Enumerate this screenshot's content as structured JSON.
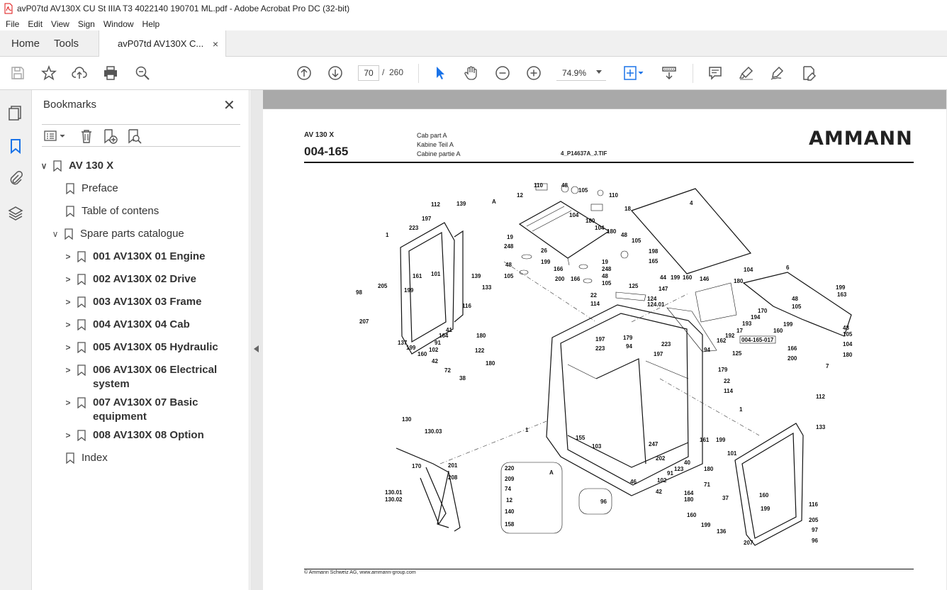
{
  "window": {
    "title": "avP07td AV130X CU St IIIA T3 4022140 190701 ML.pdf - Adobe Acrobat Pro DC (32-bit)"
  },
  "menu": [
    "File",
    "Edit",
    "View",
    "Sign",
    "Window",
    "Help"
  ],
  "tabs": {
    "home": "Home",
    "tools": "Tools",
    "document": "avP07td AV130X C...",
    "close": "×"
  },
  "toolbar": {
    "current_page": "70",
    "page_separator": "/",
    "total_pages": "260",
    "zoom": "74.9%",
    "icons": [
      "save-icon",
      "bookmark-star-icon",
      "upload-icon",
      "print-icon",
      "zoom-search-icon",
      "prev-page-icon",
      "next-page-icon",
      "select-arrow-icon",
      "hand-icon",
      "zoom-out-icon",
      "zoom-in-icon",
      "fit-page-icon",
      "scroll-mode-icon",
      "comment-icon",
      "highlight-icon",
      "sign-icon",
      "edit-pdf-icon"
    ]
  },
  "sidebar": {
    "title": "Bookmarks",
    "close": "✕",
    "items": [
      {
        "label": "AV 130 X",
        "bold": true,
        "expanded": true,
        "level": 0
      },
      {
        "label": "Preface",
        "bold": false,
        "level": 1
      },
      {
        "label": "Table of contens",
        "bold": false,
        "level": 1
      },
      {
        "label": "Spare parts catalogue",
        "bold": false,
        "expanded": true,
        "level": 1
      },
      {
        "label": "001 AV130X 01 Engine",
        "bold": true,
        "level": 2
      },
      {
        "label": "002 AV130X 02 Drive",
        "bold": true,
        "level": 2
      },
      {
        "label": "003 AV130X 03 Frame",
        "bold": true,
        "level": 2
      },
      {
        "label": "004 AV130X 04 Cab",
        "bold": true,
        "level": 2
      },
      {
        "label": "005 AV130X 05 Hydraulic",
        "bold": true,
        "level": 2
      },
      {
        "label": "006 AV130X 06 Electrical system",
        "bold": true,
        "level": 2
      },
      {
        "label": "007 AV130X 07 Basic equipment",
        "bold": true,
        "level": 2
      },
      {
        "label": "008 AV130X 08 Option",
        "bold": true,
        "level": 2
      },
      {
        "label": "Index",
        "bold": false,
        "level": 1
      }
    ]
  },
  "document": {
    "model": "AV 130 X",
    "code": "004-165",
    "desc_en": "Cab part A",
    "desc_de": "Kabine Teil A",
    "desc_fr": "Cabine partie A",
    "file": "4_P14637A_J.TIF",
    "brand": "AMMANN",
    "footer": "© Ammann Schweiz AG, www.ammann-group.com",
    "ref_label": "004-165-017",
    "detail_label": "A",
    "callouts": {
      "c_A": "A",
      "c_12": "12",
      "c_110a": "110",
      "c_48a": "48",
      "c_105a": "105",
      "c_110b": "110",
      "c_18": "18",
      "c_4": "4",
      "c_19a": "19",
      "c_248a": "248",
      "c_48b": "48",
      "c_105b": "105",
      "c_26": "26",
      "c_199a": "199",
      "c_166a": "166",
      "c_200a": "200",
      "c_166b": "166",
      "c_19b": "19",
      "c_248b": "248",
      "c_48c": "48",
      "c_105c": "105",
      "c_104a": "104",
      "c_180a": "180",
      "c_104b": "104",
      "c_180b": "180",
      "c_48d": "48",
      "c_105d": "105",
      "c_198": "198",
      "c_165": "165",
      "c_112a": "112",
      "c_139a": "139",
      "c_197a": "197",
      "c_223a": "223",
      "c_1a": "1",
      "c_161a": "161",
      "c_101a": "101",
      "c_199b": "199",
      "c_139b": "139",
      "c_133a": "133",
      "c_98": "98",
      "c_205a": "205",
      "c_116a": "116",
      "c_207a": "207",
      "c_137": "137",
      "c_199c": "199",
      "c_160a": "160",
      "c_41": "41",
      "c_164a": "164",
      "c_91a": "91",
      "c_102a": "102",
      "c_42a": "42",
      "c_72": "72",
      "c_38": "38",
      "c_180c": "180",
      "c_122": "122",
      "c_180d": "180",
      "c_22a": "22",
      "c_114a": "114",
      "c_125a": "125",
      "c_124": "124",
      "c_12401": "124.01",
      "c_44": "44",
      "c_199d": "199",
      "c_160b": "160",
      "c_146": "146",
      "c_147": "147",
      "c_104c": "104",
      "c_6": "6",
      "c_180e": "180",
      "c_199e": "199",
      "c_163": "163",
      "c_48e": "48",
      "c_105e": "105",
      "c_170a": "170",
      "c_194": "194",
      "c_193": "193",
      "c_199f": "199",
      "c_160c": "160",
      "c_17": "17",
      "c_192": "192",
      "c_48f": "48",
      "c_105f": "105",
      "c_104d": "104",
      "c_180f": "180",
      "c_166c": "166",
      "c_200b": "200",
      "c_7": "7",
      "c_162": "162",
      "c_125b": "125",
      "c_94a": "94",
      "c_179a": "179",
      "c_94b": "94",
      "c_179b": "179",
      "c_22b": "22",
      "c_114b": "114",
      "c_197b": "197",
      "c_223b": "223",
      "c_197c": "197",
      "c_223c": "223",
      "c_1b": "1",
      "c_112b": "112",
      "c_133b": "133",
      "c_155": "155",
      "c_103": "103",
      "c_1c": "1",
      "c_130": "130",
      "c_13003": "130.03",
      "c_170b": "170",
      "c_201": "201",
      "c_208": "208",
      "c_13001": "130.01",
      "c_13002": "130.02",
      "c_220": "220",
      "c_209": "209",
      "c_74": "74",
      "c_12b": "12",
      "c_140": "140",
      "c_158": "158",
      "c_A2": "A",
      "c_96a": "96",
      "c_247": "247",
      "c_202": "202",
      "c_123": "123",
      "c_40": "40",
      "c_91b": "91",
      "c_102b": "102",
      "c_42b": "42",
      "c_46": "46",
      "c_164b": "164",
      "c_180g": "180",
      "c_71": "71",
      "c_180h": "180",
      "c_161b": "161",
      "c_199g": "199",
      "c_101b": "101",
      "c_37": "37",
      "c_160d": "160",
      "c_199h": "199",
      "c_136": "136",
      "c_160e": "160",
      "c_199i": "199",
      "c_116b": "116",
      "c_205b": "205",
      "c_97": "97",
      "c_96b": "96",
      "c_207b": "207"
    }
  }
}
